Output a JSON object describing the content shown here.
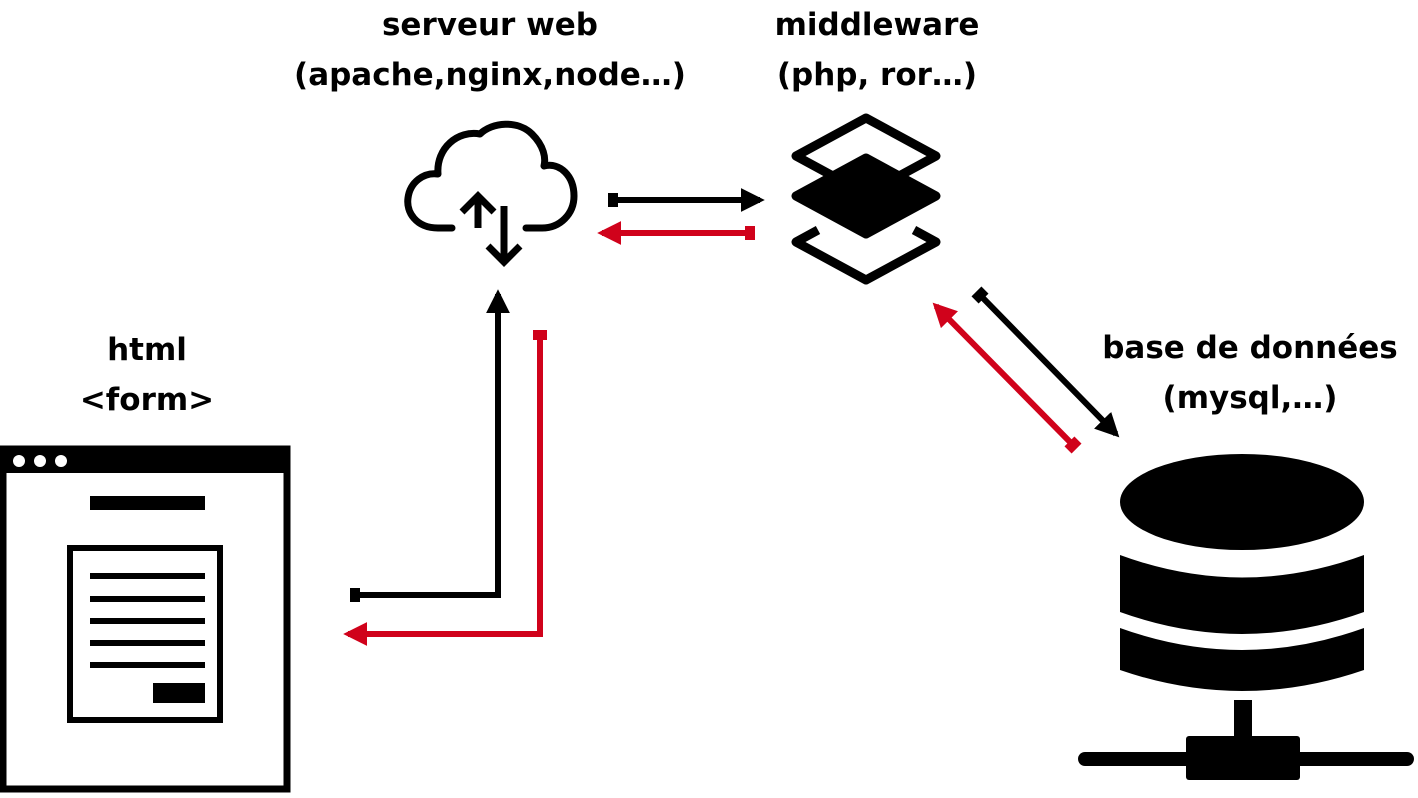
{
  "labels": {
    "server": {
      "line1": "serveur web",
      "line2": "(apache,nginx,node…)"
    },
    "middleware": {
      "line1": "middleware",
      "line2": "(php, ror…)"
    },
    "html": {
      "line1": "html",
      "line2": "<form>"
    },
    "database": {
      "line1": "base de données",
      "line2": "(mysql,…)"
    }
  },
  "icons": {
    "browser": "browser-form-icon",
    "server": "cloud-upload-download-icon",
    "middleware": "layers-icon",
    "database": "database-server-icon"
  },
  "colors": {
    "request": "#000000",
    "response": "#d0021b"
  }
}
